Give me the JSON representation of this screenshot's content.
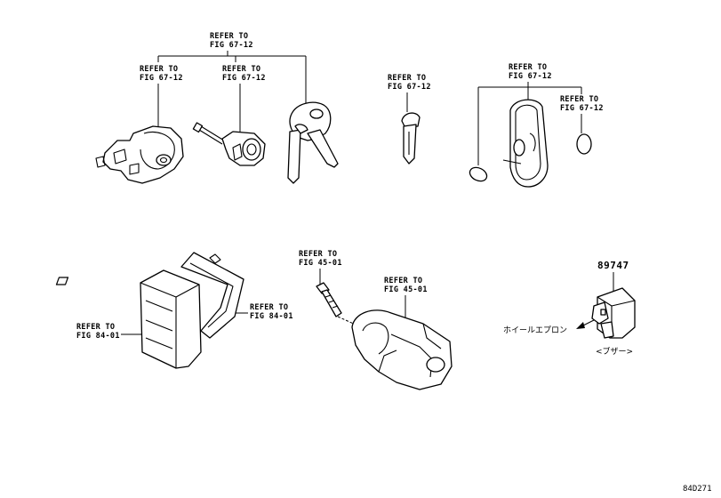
{
  "callouts": {
    "refer_top": {
      "line1": "REFER TO",
      "line2": "FIG 67-12"
    },
    "refer_lock": {
      "line1": "REFER TO",
      "line2": "FIG 67-12"
    },
    "refer_cyl": {
      "line1": "REFER TO",
      "line2": "FIG 67-12"
    },
    "refer_blade": {
      "line1": "REFER TO",
      "line2": "FIG 67-12"
    },
    "refer_remote": {
      "line1": "REFER TO",
      "line2": "FIG 67-12"
    },
    "refer_battery": {
      "line1": "REFER TO",
      "line2": "FIG 67-12"
    },
    "refer_ecu_left": {
      "line1": "REFER TO",
      "line2": "FIG 84-01"
    },
    "refer_ecu_right": {
      "line1": "REFER TO",
      "line2": "FIG 84-01"
    },
    "refer_bolt": {
      "line1": "REFER TO",
      "line2": "FIG 45-01"
    },
    "refer_cover": {
      "line1": "REFER TO",
      "line2": "FIG 45-01"
    }
  },
  "part_number": "89747",
  "buzzer_location": "ホイールエプロン",
  "buzzer_name": "<ブザー>",
  "diagram_code": "84D271"
}
